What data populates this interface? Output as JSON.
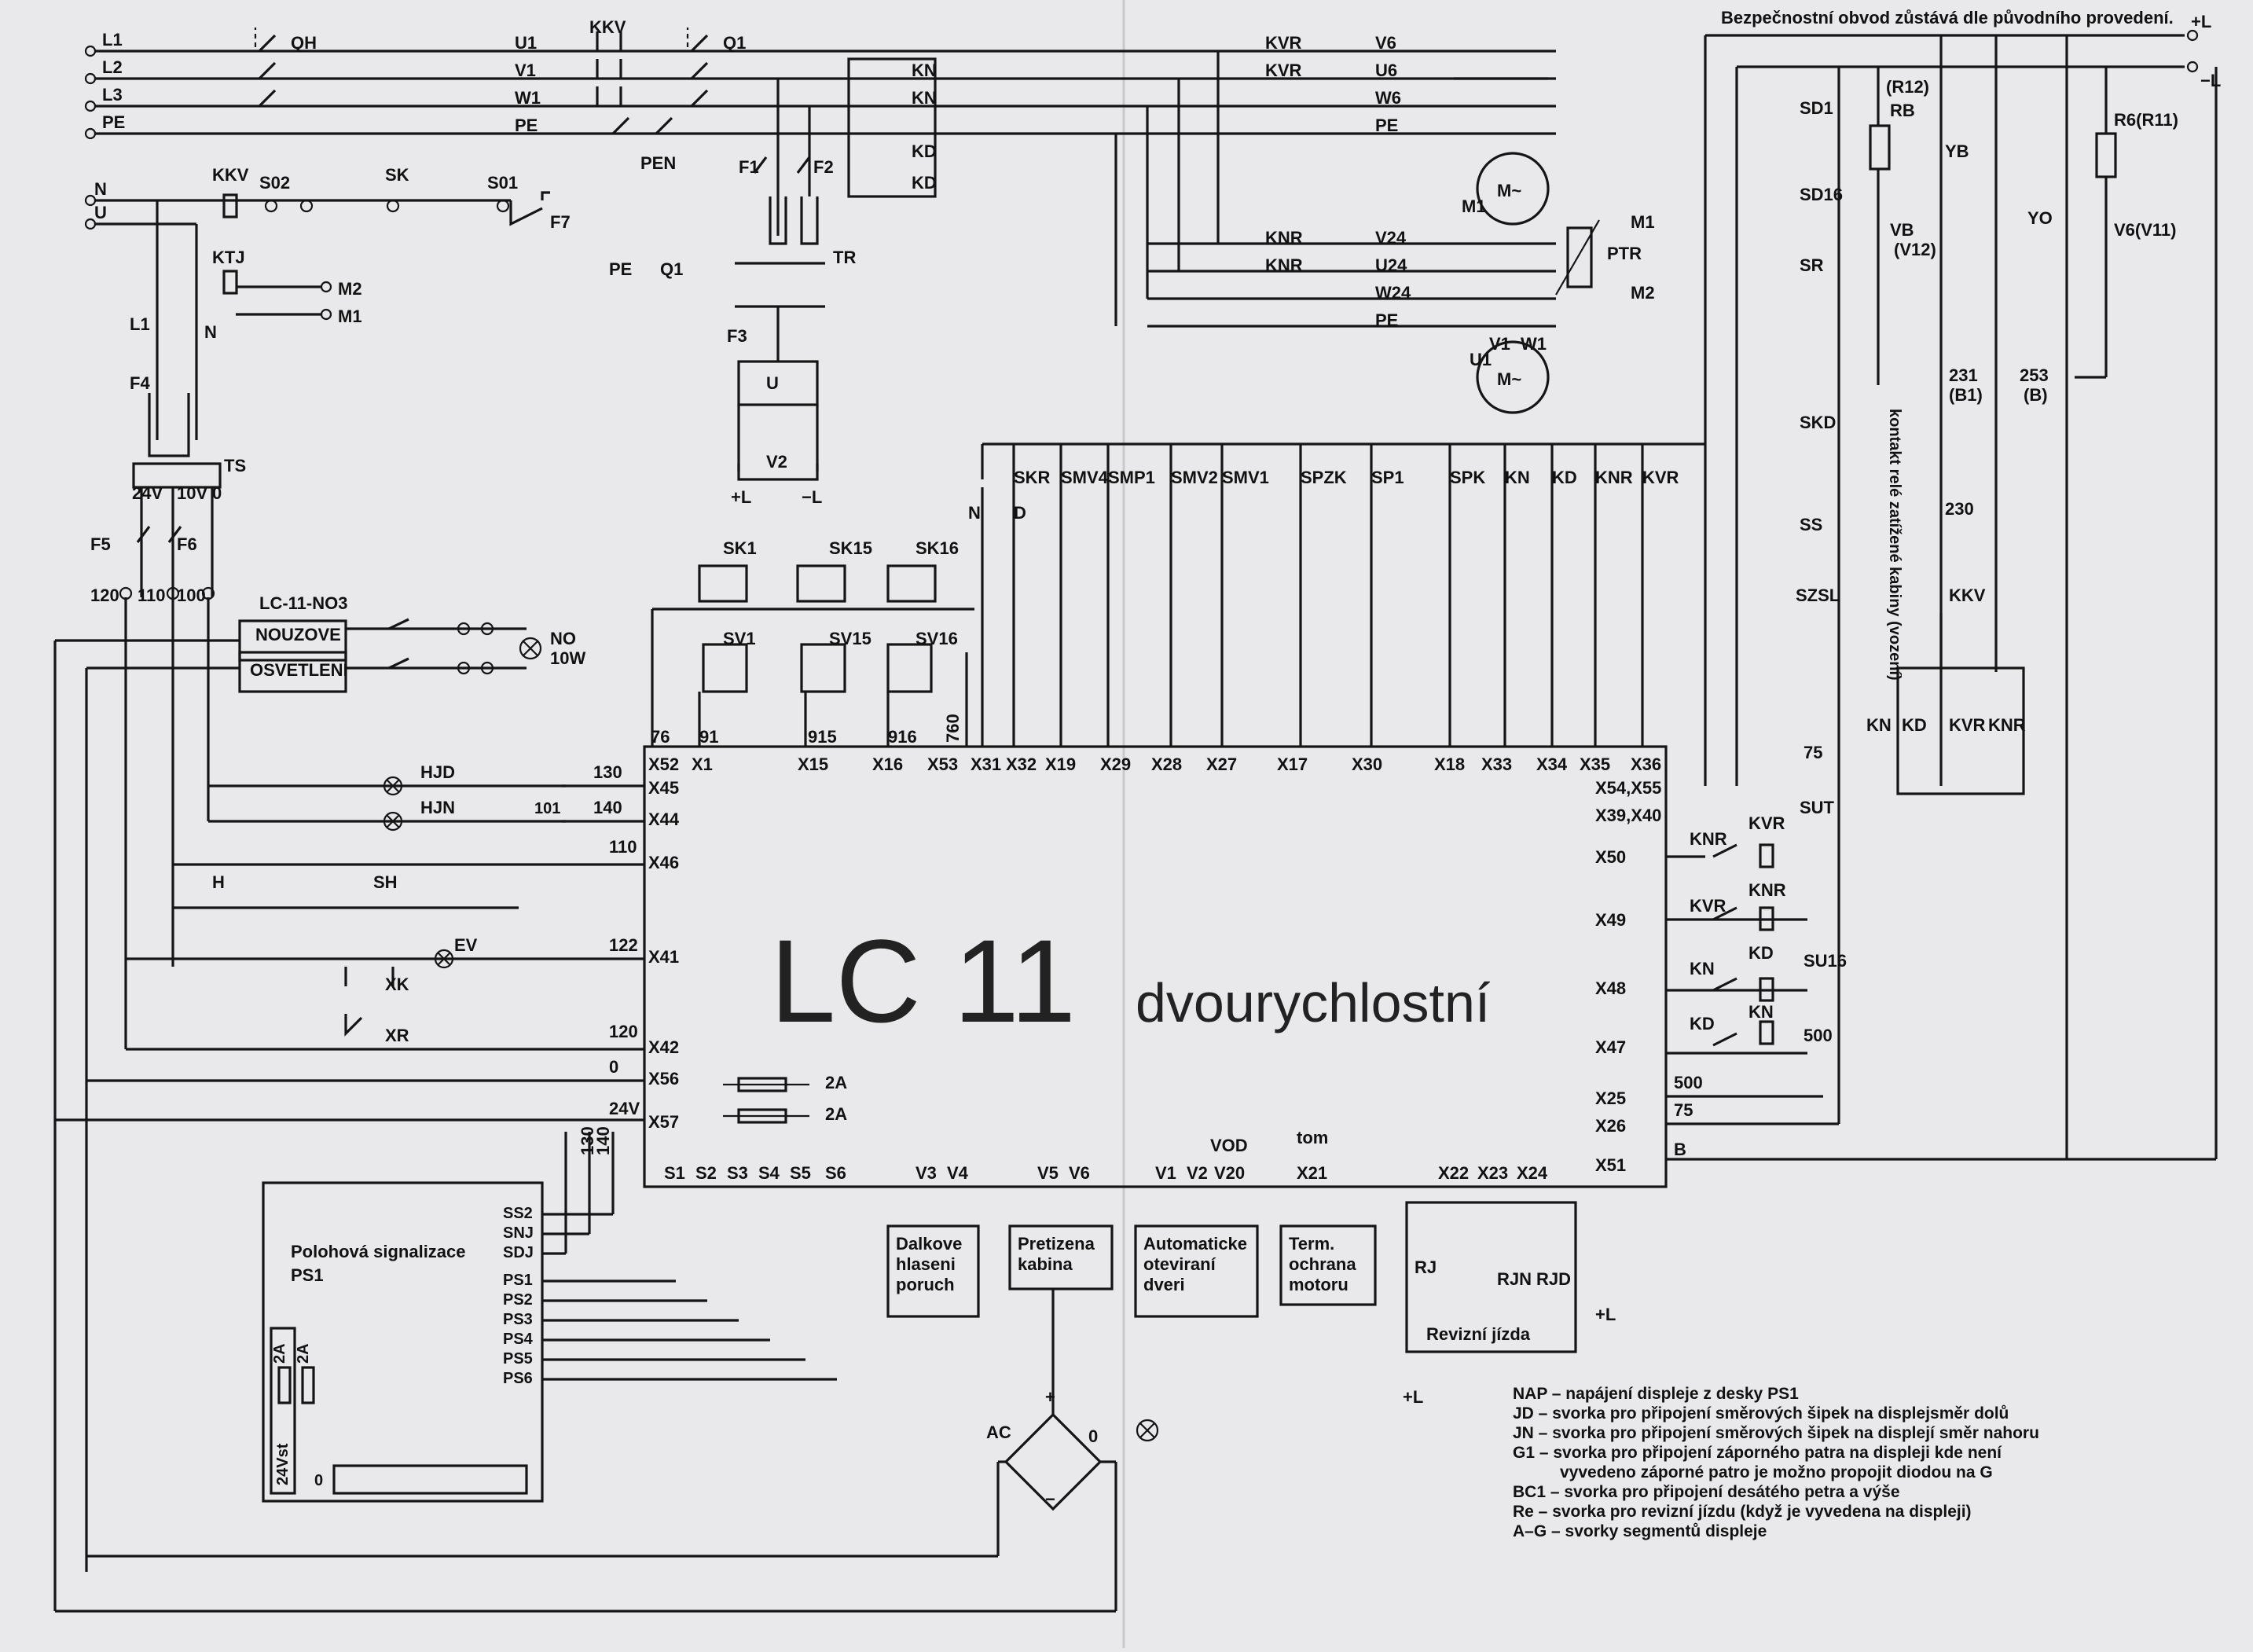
{
  "header_note": "Bezpečnostní obvod zůstává dle původního provedení.",
  "main_unit": {
    "title": "LC 11",
    "subtitle": "dvourychlostní"
  },
  "supply": [
    "L1",
    "L2",
    "L3",
    "PE",
    "N",
    "U"
  ],
  "rails": [
    "+L",
    "−L"
  ],
  "top_labels": [
    "QH",
    "KKV",
    "Q1",
    "U1",
    "V1",
    "W1",
    "PE",
    "KN",
    "KN",
    "KD",
    "KD",
    "F1",
    "F2",
    "PEN",
    "F7",
    "KKV",
    "S02",
    "SK",
    "S01",
    "KTJ",
    "M2",
    "M1",
    "L1",
    "N",
    "F4",
    "TS",
    "24V",
    "10V",
    "0",
    "F5",
    "F6",
    "120",
    "110",
    "100",
    "PE",
    "Q1",
    "TR",
    "F3",
    "U",
    "V2",
    "+L",
    "−L",
    "KVR",
    "KVR",
    "V6",
    "U6",
    "W6",
    "PE",
    "M1",
    "M~",
    "KNR",
    "KNR",
    "V24",
    "U24",
    "W24",
    "PE",
    "PTR",
    "M1",
    "M2",
    "U1",
    "V1",
    "W1",
    "M~"
  ],
  "right_labels": [
    "SD1",
    "(R12)",
    "RB",
    "YB",
    "SD16",
    "VB",
    "(V12)",
    "SR",
    "231",
    "(B1)",
    "253",
    "(B)",
    "SKD",
    "kontakt relé zatížené kabiny (vození)",
    "230",
    "SS",
    "SZSL",
    "KKV",
    "KN",
    "KD",
    "KVR",
    "KNR",
    "75",
    "SUT",
    "SU16",
    "500",
    "YO",
    "R6(R11)",
    "V6(V11)"
  ],
  "switch_labels": [
    "SKR",
    "SMV4",
    "SMP1",
    "SMV2",
    "SMV1",
    "SPZK",
    "SP1",
    "SPK",
    "KN",
    "KD",
    "KNR",
    "KVR",
    "N",
    "D"
  ],
  "door_labels": [
    "SK1",
    "SK15",
    "SK16",
    "SV1",
    "SV15",
    "SV16",
    "76",
    "91",
    "915",
    "916",
    "760"
  ],
  "terminals_top": [
    "X52",
    "X1",
    "X15",
    "X16",
    "X53",
    "X31",
    "X32",
    "X19",
    "X29",
    "X28",
    "X27",
    "X17",
    "X30",
    "X18",
    "X33",
    "X34",
    "X35",
    "X36"
  ],
  "terminals_left": [
    "X45",
    "X44",
    "X46",
    "X41",
    "X42",
    "X56",
    "X57"
  ],
  "terminals_right": [
    "X54,X55",
    "X39,X40",
    "X50",
    "X49",
    "X48",
    "X47",
    "X25",
    "X26",
    "X51"
  ],
  "terminals_bottom": [
    "S1",
    "S2",
    "S3",
    "S4",
    "S5",
    "S6",
    "V3",
    "V4",
    "V5",
    "V6",
    "V1",
    "V2",
    "V20",
    "X21",
    "X22",
    "X23",
    "X24"
  ],
  "wire_numbers": [
    "130",
    "140",
    "110",
    "122",
    "120",
    "0",
    "24V",
    "101",
    "500",
    "75",
    "B",
    "VOD",
    "tom",
    "130",
    "140"
  ],
  "left_parts": [
    "LC-11-NO3",
    "NOUZOVE",
    "OSVETLENI",
    "NO",
    "10W",
    "HJD",
    "HJN",
    "H",
    "SH",
    "EV",
    "XK",
    "XR",
    "2A",
    "2A"
  ],
  "right_relays": [
    "KNR",
    "KVR",
    "KVR",
    "KNR",
    "KN",
    "KD",
    "KD",
    "KN"
  ],
  "modules": [
    {
      "title": "Dalkove hlaseni poruch"
    },
    {
      "title": "Pretizena kabina"
    },
    {
      "title": "Automaticke oteviraní dveri"
    },
    {
      "title": "Term. ochrana motoru"
    },
    {
      "title": "Revizní jízda"
    }
  ],
  "revision": [
    "RJ",
    "RJN",
    "RJD",
    "+L",
    "+L"
  ],
  "bridge": [
    "AC",
    "+",
    "0",
    "−"
  ],
  "ps1": {
    "title_1": "Polohová signalizace",
    "title_2": "PS1",
    "pins": [
      "SS2",
      "SNJ",
      "SDJ",
      "PS1",
      "PS2",
      "PS3",
      "PS4",
      "PS5",
      "PS6"
    ],
    "fuses": [
      "2A",
      "2A"
    ],
    "supply": [
      "24Vst",
      "0"
    ]
  },
  "legend": [
    "NAP – napájení displeje z desky PS1",
    "JD – svorka pro připojení směrových šipek na displejsměr dolů",
    "JN – svorka pro připojení směrových šipek na displejí směr nahoru",
    "G1 – svorka pro připojení záporného patra na displeji kde není",
    "vyvedeno záporné patro je možno propojit diodou na G",
    "BC1 – svorka pro připojení desátého petra a výše",
    "Re – svorka pro revizní jízdu (když je vyvedena na displeji)",
    "A–G – svorky segmentů displeje"
  ]
}
